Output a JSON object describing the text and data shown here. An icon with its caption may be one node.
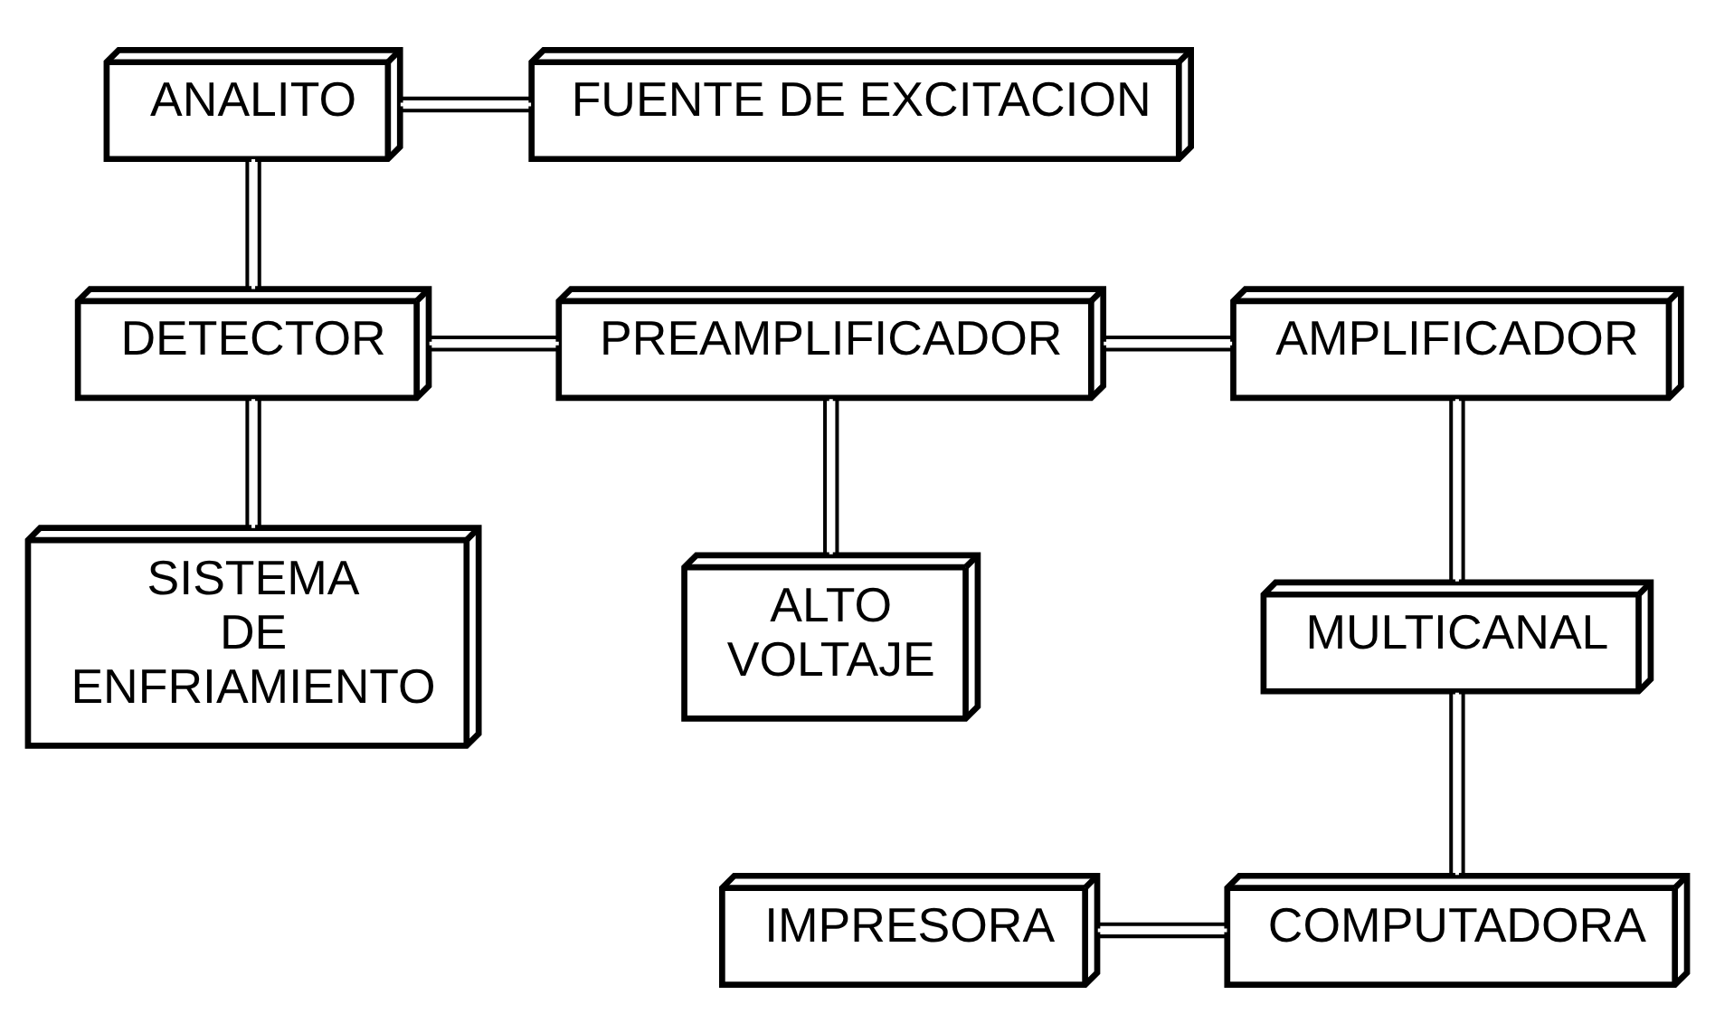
{
  "diagram": {
    "nodes": [
      {
        "text": [
          "ANALITO"
        ]
      },
      {
        "text": [
          "FUENTE DE EXCITACION"
        ]
      },
      {
        "text": [
          "DETECTOR"
        ]
      },
      {
        "text": [
          "PREAMPLIFICADOR"
        ]
      },
      {
        "text": [
          "AMPLIFICADOR"
        ]
      },
      {
        "text": [
          "SISTEMA DE ENFRIAMIENTO"
        ]
      },
      {
        "text": [
          "ALTO VOLTAJE"
        ]
      },
      {
        "text": [
          "MULTICANAL"
        ]
      },
      {
        "text": [
          "IMPRESORA"
        ]
      },
      {
        "text": [
          "COMPUTADORA"
        ]
      }
    ],
    "edges": [
      {
        "from": 0,
        "to": 1,
        "arrow": "none"
      },
      {
        "from": 0,
        "to": 2,
        "arrow": "none"
      },
      {
        "from": 2,
        "to": 3,
        "arrow": "none"
      },
      {
        "from": 3,
        "to": 4,
        "arrow": "none"
      },
      {
        "from": 2,
        "to": 5,
        "arrow": "none"
      },
      {
        "from": 3,
        "to": 6,
        "arrow": "none"
      },
      {
        "from": 4,
        "to": 7,
        "arrow": "none"
      },
      {
        "from": 7,
        "to": 9,
        "arrow": "none"
      },
      {
        "from": 8,
        "to": 9,
        "arrow": "none"
      }
    ]
  }
}
